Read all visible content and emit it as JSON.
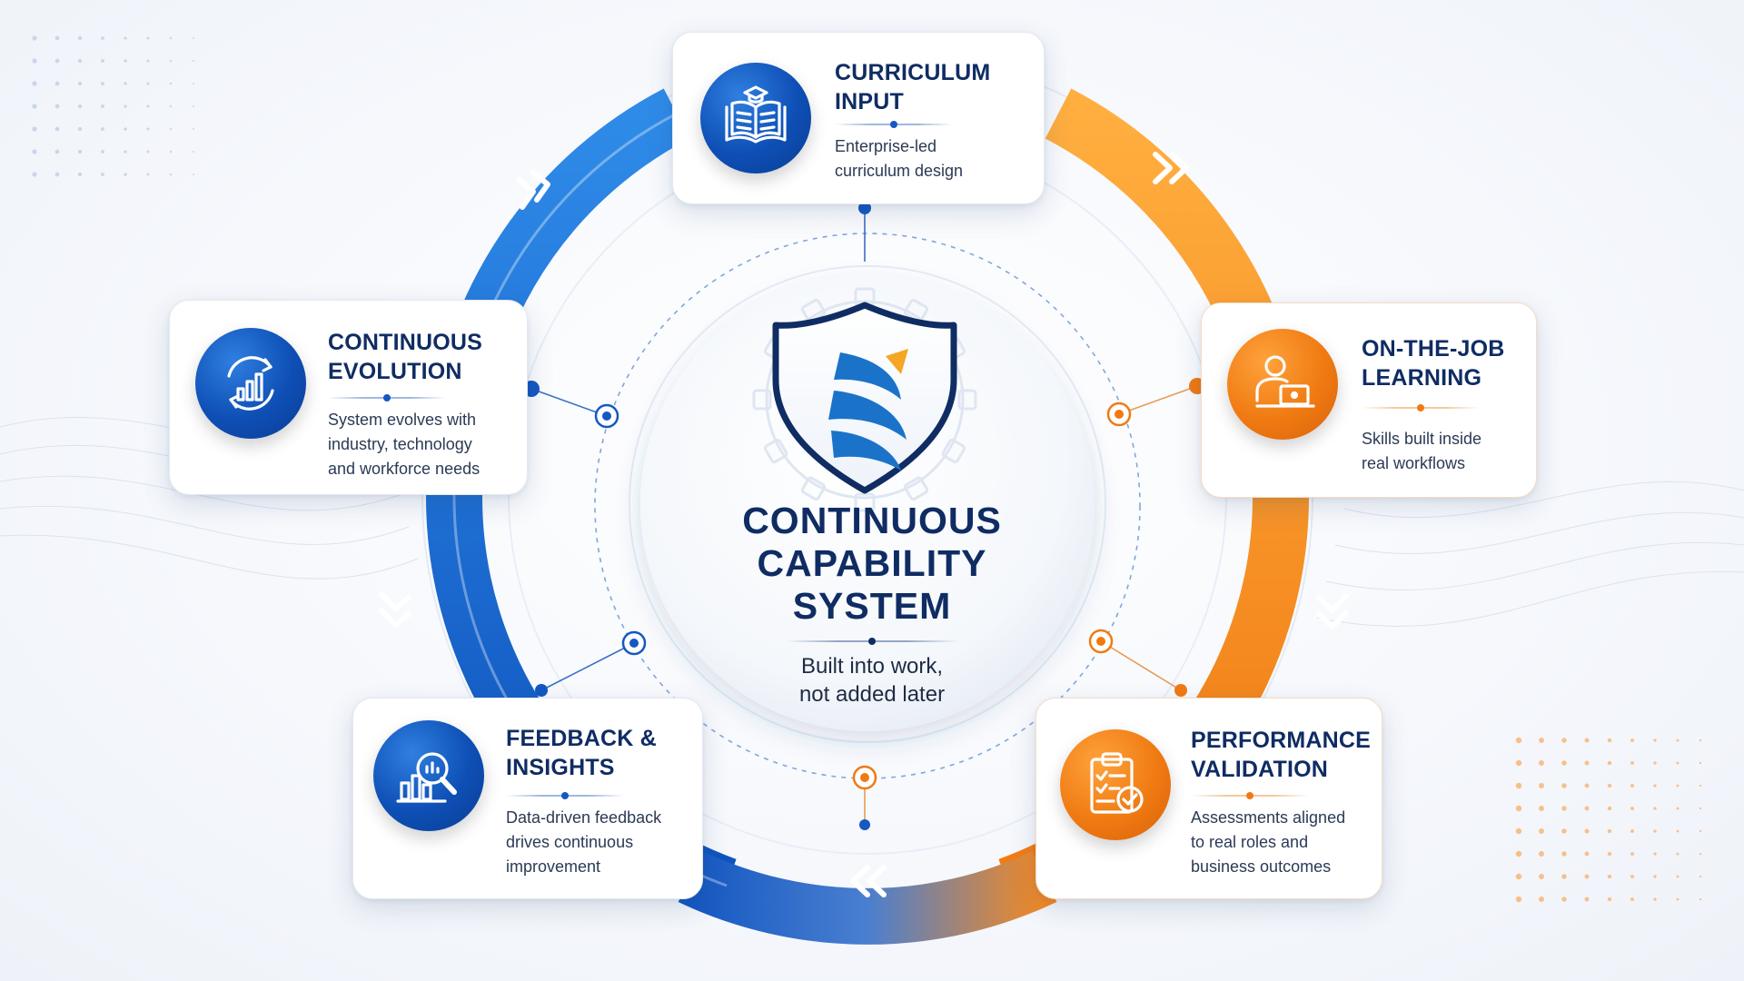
{
  "center": {
    "title_lines": [
      "CONTINUOUS",
      "CAPABILITY",
      "SYSTEM"
    ],
    "subtitle_lines": [
      "Built into work,",
      "not added later"
    ],
    "logo": "shield-gear-logo"
  },
  "stages": [
    {
      "id": "curriculum",
      "title_lines": [
        "CURRICULUM",
        "INPUT"
      ],
      "desc_lines": [
        "Enterprise-led",
        "curriculum design"
      ],
      "icon": "open-book-graduation-cap-icon",
      "color": "blue"
    },
    {
      "id": "on-the-job",
      "title_lines": [
        "ON-THE-JOB",
        "LEARNING"
      ],
      "desc_lines": [
        "Skills built inside",
        "real workflows"
      ],
      "icon": "person-laptop-icon",
      "color": "orange"
    },
    {
      "id": "performance",
      "title_lines": [
        "PERFORMANCE",
        "VALIDATION"
      ],
      "desc_lines": [
        "Assessments aligned",
        "to real roles and",
        "business outcomes"
      ],
      "icon": "clipboard-check-icon",
      "color": "orange"
    },
    {
      "id": "feedback",
      "title_lines": [
        "FEEDBACK &",
        "INSIGHTS"
      ],
      "desc_lines": [
        "Data-driven feedback",
        "drives continuous",
        "improvement"
      ],
      "icon": "chart-magnifier-icon",
      "color": "blue"
    },
    {
      "id": "evolution",
      "title_lines": [
        "CONTINUOUS",
        "EVOLUTION"
      ],
      "desc_lines": [
        "System evolves with",
        "industry, technology",
        "and workforce needs"
      ],
      "icon": "chart-cycle-icon",
      "color": "blue"
    }
  ],
  "colors": {
    "blue": "#0e4fb5",
    "blue_light": "#2f8be8",
    "orange": "#f07a12",
    "orange_light": "#ffae3f",
    "navy_text": "#0f2c63",
    "body_text": "#2b3a55"
  }
}
